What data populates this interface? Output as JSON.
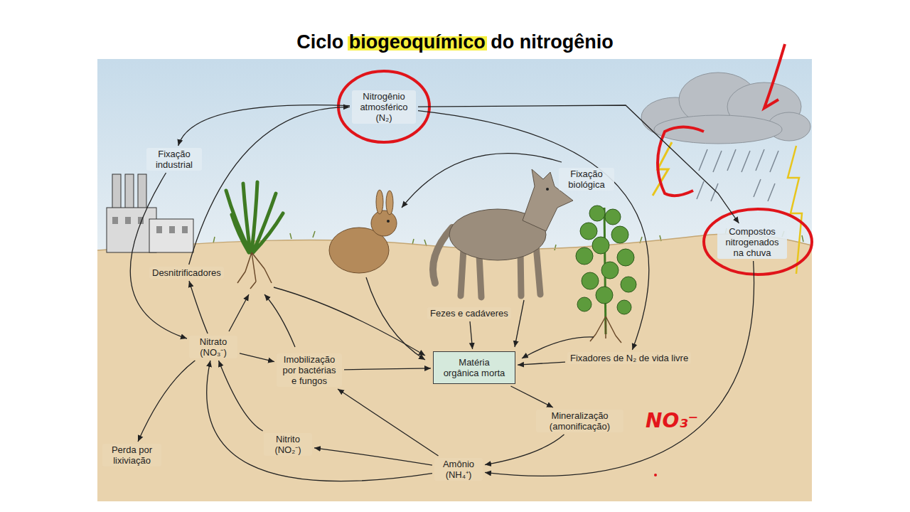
{
  "diagram": {
    "title": "Ciclo biogeoquímico do nitrogênio",
    "nodes": [
      {
        "text": [
          "Nitrogênio atmosférico (N₂)"
        ]
      },
      {
        "text": [
          "Fixação industrial"
        ]
      },
      {
        "text": [
          "Fixação biológica"
        ]
      },
      {
        "text": [
          "Compostos nitrogenados na chuva"
        ]
      },
      {
        "text": [
          "Desnitrificadores"
        ]
      },
      {
        "text": [
          "Fezes e cadáveres"
        ]
      },
      {
        "text": [
          "Nitrato (NO₃⁻)"
        ]
      },
      {
        "text": [
          "Imobilização por bactérias e fungos"
        ]
      },
      {
        "text": [
          "Matéria orgânica morta"
        ]
      },
      {
        "text": [
          "Fixadores de N₂ de vida livre"
        ]
      },
      {
        "text": [
          "Mineralização (amonificação)"
        ]
      },
      {
        "text": [
          "Perda por lixiviação"
        ]
      },
      {
        "text": [
          "Nitrito (NO₂⁻)"
        ]
      },
      {
        "text": [
          "Amônio (NH₄⁺)"
        ]
      }
    ],
    "edges": [
      {
        "from": 0,
        "to": 3,
        "arrow": "to"
      },
      {
        "from": 0,
        "to": 1,
        "arrow": "to"
      },
      {
        "from": 4,
        "to": 0,
        "arrow": "to"
      },
      {
        "from": 1,
        "to": 6,
        "arrow": "to"
      },
      {
        "from": 6,
        "to": 4,
        "arrow": "to"
      },
      {
        "from": 0,
        "to": 9,
        "arrow": "to"
      },
      {
        "from": 5,
        "to": 8,
        "arrow": "to"
      },
      {
        "from": 9,
        "to": 8,
        "arrow": "to"
      },
      {
        "from": 8,
        "to": 10,
        "arrow": "to"
      },
      {
        "from": 10,
        "to": 13,
        "arrow": "to"
      },
      {
        "from": 3,
        "to": 13,
        "arrow": "to"
      },
      {
        "from": 13,
        "to": 12,
        "arrow": "to"
      },
      {
        "from": 12,
        "to": 6,
        "arrow": "to"
      },
      {
        "from": 13,
        "to": 6,
        "arrow": "to"
      },
      {
        "from": 13,
        "to": 7,
        "arrow": "to"
      },
      {
        "from": 6,
        "to": 7,
        "arrow": "to"
      },
      {
        "from": 7,
        "to": 8,
        "arrow": "to"
      },
      {
        "from": 6,
        "to": 11,
        "arrow": "to"
      }
    ],
    "labels": [
      "NO₃⁻"
    ]
  }
}
